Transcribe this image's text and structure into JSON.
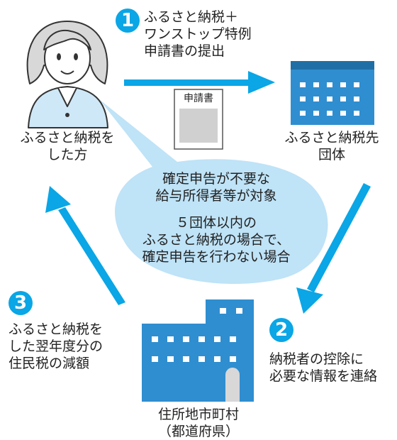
{
  "step1": {
    "number": "1",
    "lines": [
      "ふるさと納税＋",
      "ワンストップ特例",
      "申請書の提出"
    ]
  },
  "step2": {
    "number": "2",
    "lines": [
      "納税者の控除に",
      "必要な情報を連絡"
    ]
  },
  "step3": {
    "number": "3",
    "lines": [
      "ふるさと納税を",
      "した翌年度分の",
      "住民税の減額"
    ]
  },
  "person": {
    "lines": [
      "ふるさと納税を",
      "した方"
    ]
  },
  "furusato_org": {
    "lines": [
      "ふるさと納税先",
      "団体"
    ]
  },
  "municipality": {
    "lines": [
      "住所地市町村",
      "（都道府県）"
    ]
  },
  "document": {
    "label": "申請書"
  },
  "bubble": {
    "line1": "確定申告が不要な",
    "line2": "給与所得者等が対象",
    "line3": "５団体以内の",
    "line4": "ふるさと納税の場合で、",
    "line5": "確定申告を行わない場合"
  },
  "colors": {
    "accent": "#0aa6e6",
    "building": "#2f8ed0",
    "building_roof": "#1f6fa6",
    "bubble": "#bfe3f7"
  }
}
